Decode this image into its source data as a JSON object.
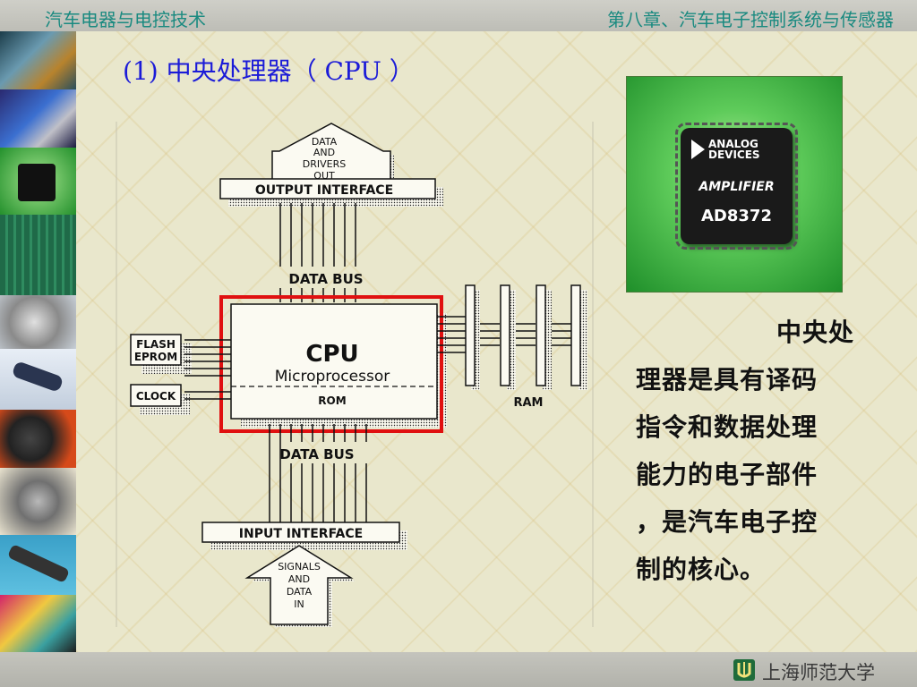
{
  "header": {
    "course": "汽车电器与电控技术",
    "chapter": "第八章、汽车电子控制系统与传感器"
  },
  "footer": {
    "university": "上海师范大学",
    "logo_icon": "university-logo-icon"
  },
  "slide": {
    "title": "(1)  中央处理器（ CPU ）",
    "description_indent": "中央处",
    "description_lines": [
      "理器是具有译码",
      "指令和数据处理",
      "能力的电子部件",
      "，是汽车电子控",
      "制的核心。"
    ]
  },
  "diagram": {
    "output_arrow": [
      "DATA",
      "AND",
      "DRIVERS",
      "OUT"
    ],
    "output_interface": "OUTPUT INTERFACE",
    "data_bus_top": "DATA BUS",
    "cpu_title": "CPU",
    "cpu_sub": "Microprocessor",
    "rom": "ROM",
    "flash_eprom": [
      "FLASH",
      "EPROM"
    ],
    "clock": "CLOCK",
    "ram": "RAM",
    "data_bus_bottom": "DATA BUS",
    "input_interface": "INPUT INTERFACE",
    "input_arrow": [
      "SIGNALS",
      "AND",
      "DATA",
      "IN"
    ],
    "highlight_color": "#e01010"
  },
  "chip_photo": {
    "brand": [
      "ANALOG",
      "DEVICES"
    ],
    "kind": "AMPLIFIER",
    "part": "AD8372"
  },
  "sidebar_thumbs": [
    "circuit-board-thumb",
    "chip-modules-thumb",
    "ad8372-chip-thumb",
    "pcb-thumb",
    "sensor-thumb",
    "temperature-sensor-thumb",
    "airflow-meter-thumb",
    "throttle-sensor-thumb",
    "crank-sensor-thumb",
    "chip-assortment-thumb"
  ],
  "colors": {
    "title": "#1b1bd8",
    "header_text": "#1a8a80"
  }
}
